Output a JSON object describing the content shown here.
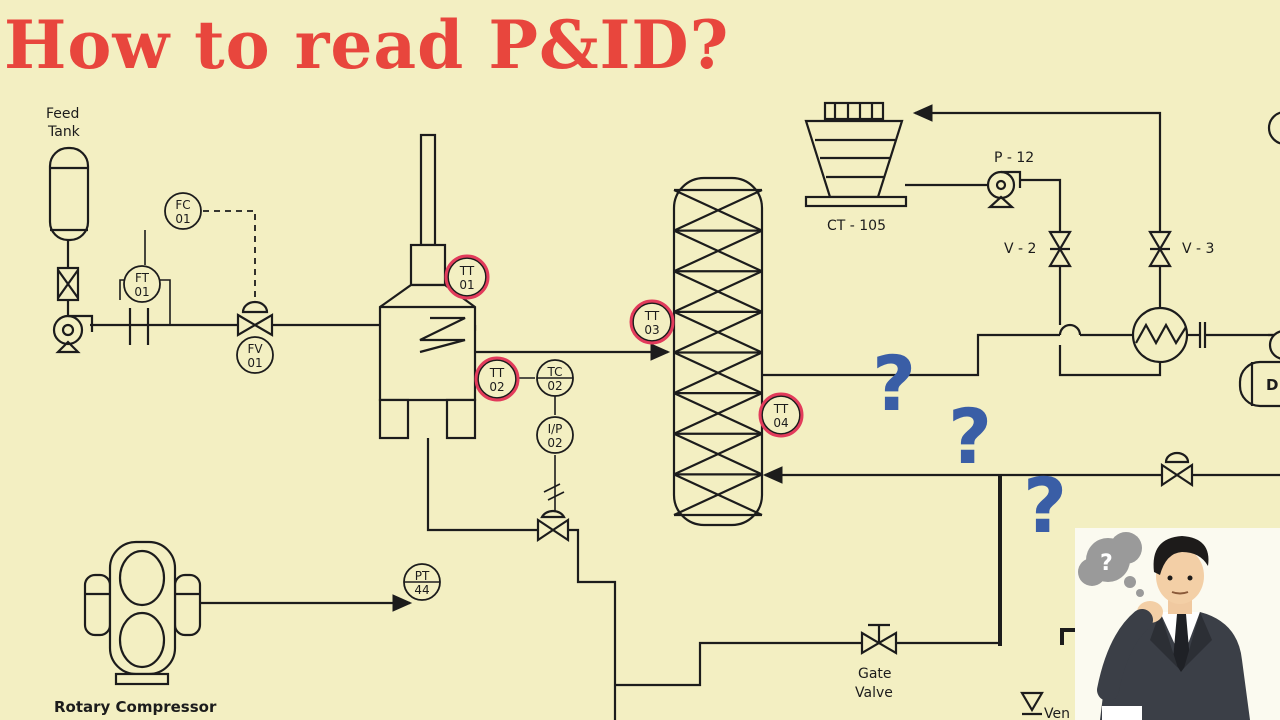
{
  "title": "How to read P&ID?",
  "labels": {
    "feed_tank": [
      "Feed",
      "Tank"
    ],
    "rotary_compressor": "Rotary Compressor",
    "cooling_tower": "CT - 105",
    "pump": "P - 12",
    "valve_2": "V - 2",
    "valve_3": "V - 3",
    "gate_valve": [
      "Gate",
      "Valve"
    ],
    "vent": "Ven",
    "drum": "D"
  },
  "instruments": {
    "fc01": [
      "FC",
      "01"
    ],
    "ft01": [
      "FT",
      "01"
    ],
    "fv01": [
      "FV",
      "01"
    ],
    "tt01": [
      "TT",
      "01"
    ],
    "tt02": [
      "TT",
      "02"
    ],
    "tc02": [
      "TC",
      "02"
    ],
    "ip02": [
      "I/P",
      "02"
    ],
    "tt03": [
      "TT",
      "03"
    ],
    "tt04": [
      "TT",
      "04"
    ],
    "pt44": [
      "PT",
      "44"
    ]
  },
  "question_mark": "?",
  "thought_bubble": "?",
  "colors": {
    "background": "#f3efc2",
    "title": "#e8463d",
    "highlight_ring": "#e23b5b",
    "question": "#3a5ea6",
    "line": "#1c1c1c"
  }
}
